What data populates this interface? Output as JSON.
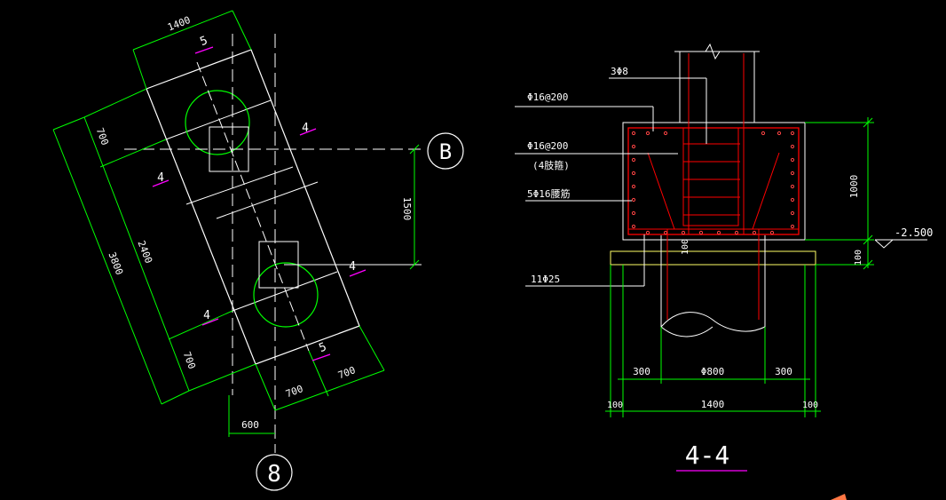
{
  "colors": {
    "background": "#000000",
    "outline": "#ffffff",
    "dimension": "#00ff00",
    "rebar": "#ff0000",
    "section_mark": "#ff00ff",
    "gridline": "#ffffff",
    "leader": "#ffffff"
  },
  "plan": {
    "dim_top": "1400",
    "dim_700_a": "700",
    "dim_2400": "2400",
    "dim_3800": "3800",
    "dim_700_b": "700",
    "dim_1500": "1500",
    "dim_700_c": "700",
    "dim_700_d": "700",
    "dim_600": "600",
    "axis_b": "B",
    "axis_8": "8",
    "cut_4_a": "4",
    "cut_4_b": "4",
    "cut_4_c": "4",
    "cut_4_d": "4",
    "cut_5_a": "5",
    "cut_5_b": "5"
  },
  "section": {
    "label_3phi8": "3Φ8",
    "label_phi16_200_a": "Φ16@200",
    "label_phi16_200_b": "Φ16@200",
    "label_4legs": "(4肢箍)",
    "label_5phi16": "5Φ16腰筋",
    "label_11phi25": "11Φ25",
    "dim_1000": "1000",
    "dim_100_a": "100",
    "dim_100_b": "100",
    "elevation": "-2.500",
    "dim_300_l": "300",
    "dim_phi800": "Φ800",
    "dim_300_r": "300",
    "dim_100_l": "100",
    "dim_1400": "1400",
    "dim_100_r": "100",
    "title": "4-4"
  }
}
